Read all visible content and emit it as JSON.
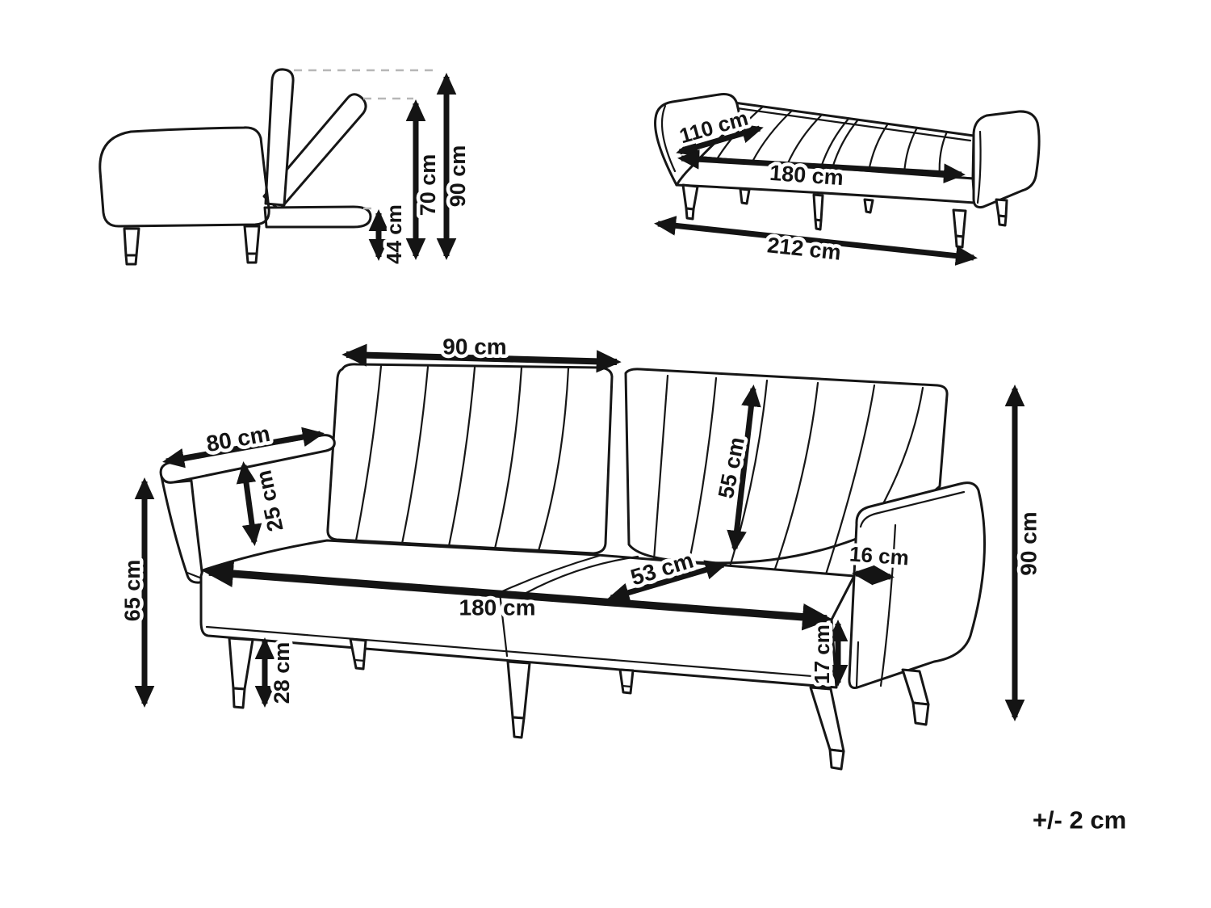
{
  "diagram": {
    "type": "furniture-dimension-drawing",
    "subject": "sofa bed with reclining backrest",
    "line_color": "#161616",
    "background": "#ffffff",
    "note": {
      "tolerance": "+/- 2 cm"
    },
    "views": {
      "side": {
        "label": "side view with backrest positions",
        "dims": {
          "seat_height": "44 cm",
          "backrest_mid_height": "70 cm",
          "backrest_max_height": "90 cm"
        }
      },
      "bed": {
        "label": "flat bed position view",
        "dims": {
          "bed_depth": "110 cm",
          "mattress_length": "180 cm",
          "overall_length": "212 cm"
        }
      },
      "front": {
        "label": "front perspective view",
        "dims": {
          "backrest_panel_width": "90 cm",
          "armrest_length": "80 cm",
          "backrest_above_armrest": "25 cm",
          "armrest_height": "65 cm",
          "backrest_height": "55 cm",
          "seat_depth": "53 cm",
          "armrest_top_width": "16 cm",
          "seat_side_height": "17 cm",
          "seat_front_width": "180 cm",
          "leg_height": "28 cm",
          "overall_height": "90 cm"
        }
      }
    }
  }
}
